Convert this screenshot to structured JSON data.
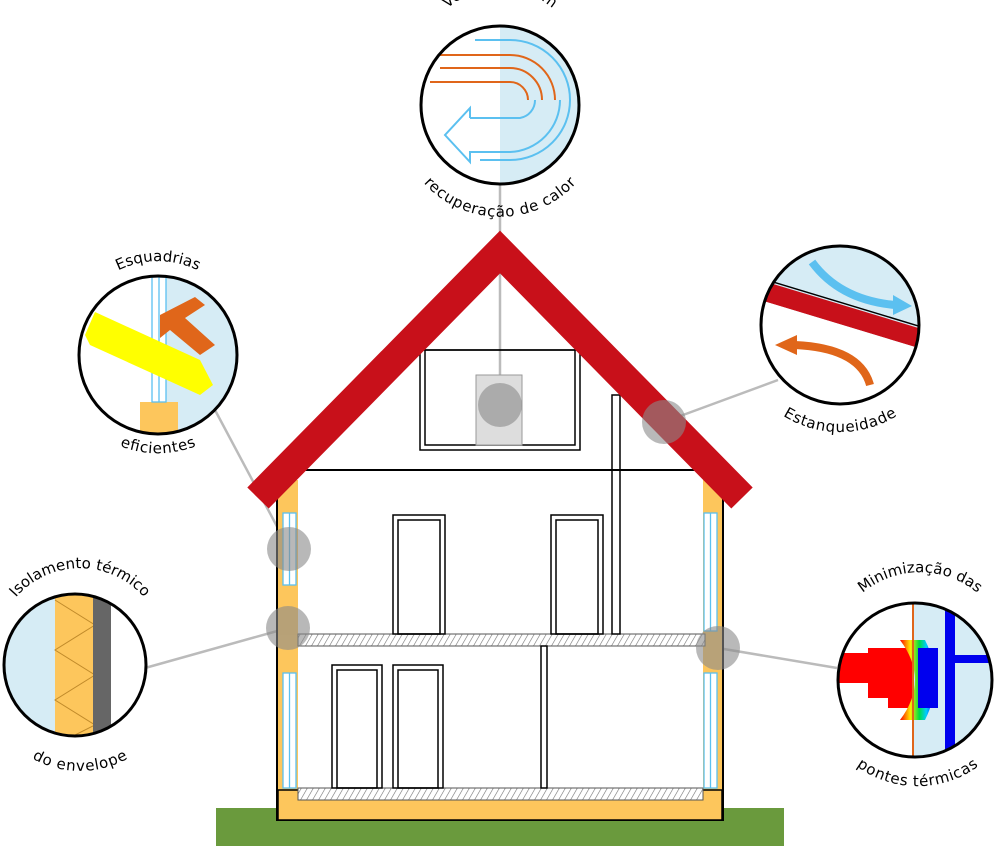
{
  "labels": {
    "ventilation_top": "Ventilação com",
    "ventilation_bottom": "recuperação de calor",
    "windows_top": "Esquadrias",
    "windows_bottom": "eficientes",
    "airtightness": "Estanqueidade",
    "insulation_top": "Isolamento térmico",
    "insulation_bottom": "do envelope",
    "bridges_top": "Minimização das",
    "bridges_bottom": "pontes térmicas"
  },
  "colors": {
    "roof": "#c8101a",
    "insulation": "#fdc65c",
    "ground": "#6a9a3d",
    "glass": "#d6ecf5",
    "cold_air": "#5bc0f0",
    "warm_air": "#e0661a",
    "highlight": "#9a9a9a"
  }
}
